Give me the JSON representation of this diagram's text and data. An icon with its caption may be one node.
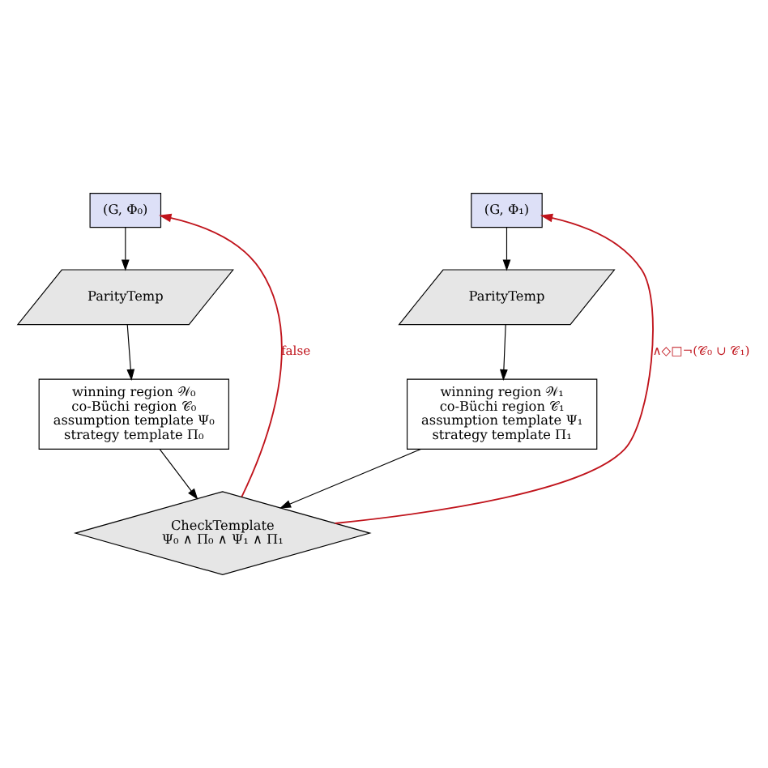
{
  "diagram": {
    "nodes": [
      {
        "text": [
          "(G, Φ₀)"
        ]
      },
      {
        "text": [
          "(G, Φ₁)"
        ]
      },
      {
        "text": [
          "ParityTemp"
        ]
      },
      {
        "text": [
          "ParityTemp"
        ]
      },
      {
        "text": [
          "winning region 𝒲₀",
          "co-Büchi region 𝒞₀",
          "assumption template Ψ₀",
          "strategy template Π₀"
        ]
      },
      {
        "text": [
          "winning region 𝒲₁",
          "co-Büchi region 𝒞₁",
          "assumption template Ψ₁",
          "strategy template Π₁"
        ]
      },
      {
        "text": [
          "CheckTemplate",
          "Ψ₀ ∧ Π₀ ∧ Ψ₁ ∧ Π₁"
        ]
      }
    ],
    "edges": [
      {
        "from": 0,
        "to": 2,
        "arrow": "to"
      },
      {
        "from": 1,
        "to": 3,
        "arrow": "to"
      },
      {
        "from": 2,
        "to": 4,
        "arrow": "to"
      },
      {
        "from": 3,
        "to": 5,
        "arrow": "to"
      },
      {
        "from": 4,
        "to": 6,
        "arrow": "to"
      },
      {
        "from": 5,
        "to": 6,
        "arrow": "to"
      },
      {
        "from": 6,
        "to": 0,
        "arrow": "to",
        "label": "false",
        "color": "#c0141c"
      },
      {
        "from": 6,
        "to": 1,
        "arrow": "to",
        "label": "∧◇□¬(𝒞₀ ∪ 𝒞₁)",
        "color": "#c0141c"
      }
    ]
  }
}
